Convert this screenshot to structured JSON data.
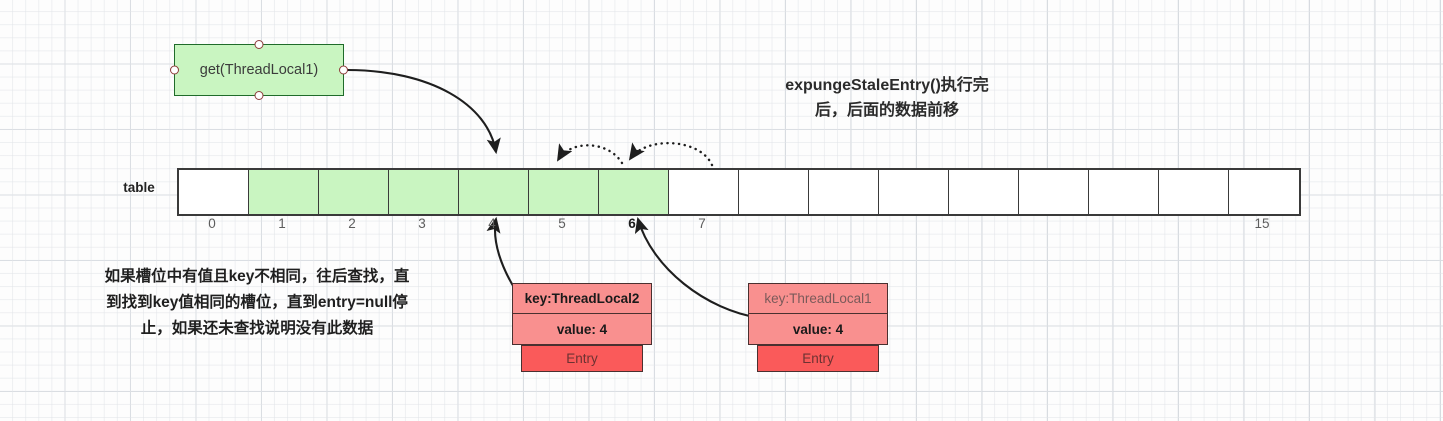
{
  "diagram": {
    "title_note": {
      "line1": "expungeStaleEntry()执行完",
      "line2": "后，后面的数据前移"
    },
    "call_box": {
      "label": "get(ThreadLocal1)",
      "fill": "#c9f5c1",
      "stroke": "#1f6b2a"
    },
    "table": {
      "label": "table",
      "cells": [
        {
          "index": "0",
          "filled": false,
          "index_bold": false
        },
        {
          "index": "1",
          "filled": true,
          "index_bold": false
        },
        {
          "index": "2",
          "filled": true,
          "index_bold": false
        },
        {
          "index": "3",
          "filled": true,
          "index_bold": false
        },
        {
          "index": "4",
          "filled": true,
          "index_bold": false
        },
        {
          "index": "5",
          "filled": true,
          "index_bold": false
        },
        {
          "index": "6",
          "filled": true,
          "index_bold": true
        },
        {
          "index": "7",
          "filled": false,
          "index_bold": false
        },
        {
          "index": "",
          "filled": false,
          "index_bold": false
        },
        {
          "index": "",
          "filled": false,
          "index_bold": false
        },
        {
          "index": "",
          "filled": false,
          "index_bold": false
        },
        {
          "index": "",
          "filled": false,
          "index_bold": false
        },
        {
          "index": "",
          "filled": false,
          "index_bold": false
        },
        {
          "index": "",
          "filled": false,
          "index_bold": false
        },
        {
          "index": "",
          "filled": false,
          "index_bold": false
        },
        {
          "index": "15",
          "filled": false,
          "index_bold": false
        }
      ]
    },
    "left_note": {
      "line1": "如果槽位中有值且key不相同，往后查找，直",
      "line2": "到找到key值相同的槽位，直到entry=null停",
      "line3": "止，如果还未查找说明没有此数据"
    },
    "entries": [
      {
        "key": "key:ThreadLocal2",
        "key_muted": false,
        "value": "value: 4",
        "footer": "Entry",
        "fill": "#f9908f",
        "footer_fill": "#fa5a5a"
      },
      {
        "key": "key:ThreadLocal1",
        "key_muted": true,
        "value": "value: 4",
        "footer": "Entry",
        "fill": "#f9908f",
        "footer_fill": "#fa5a5a"
      }
    ]
  }
}
